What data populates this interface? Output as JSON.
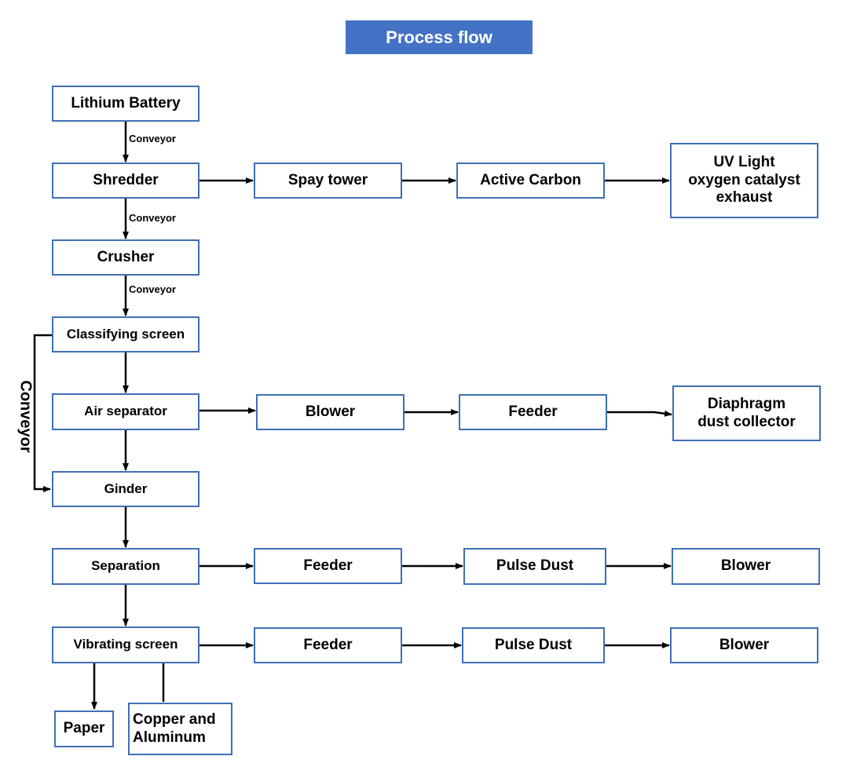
{
  "title": "Process flow",
  "colors": {
    "banner": "#4472c4",
    "node_border": "#3f6fb5",
    "line": "#000000"
  },
  "nodes": {
    "lithium_battery": "Lithium Battery",
    "shredder": "Shredder",
    "spay_tower": "Spay tower",
    "active_carbon": "Active Carbon",
    "uv_light": "UV Light\noxygen catalyst\nexhaust",
    "crusher": "Crusher",
    "classifying_screen": "Classifying screen",
    "air_separator": "Air separator",
    "blower_1": "Blower",
    "feeder_1": "Feeder",
    "diaphragm": "Diaphragm\ndust collector",
    "ginder": "Ginder",
    "separation": "Separation",
    "feeder_2": "Feeder",
    "pulse_dust_1": "Pulse Dust",
    "blower_2": "Blower",
    "vibrating_screen": "Vibrating screen",
    "feeder_3": "Feeder",
    "pulse_dust_2": "Pulse Dust",
    "blower_3": "Blower",
    "paper": "Paper",
    "copper_aluminum": "Copper and\nAluminum"
  },
  "edge_labels": {
    "conveyor_1": "Conveyor",
    "conveyor_2": "Conveyor",
    "conveyor_3": "Conveyor",
    "conveyor_side": "Conveyor"
  }
}
